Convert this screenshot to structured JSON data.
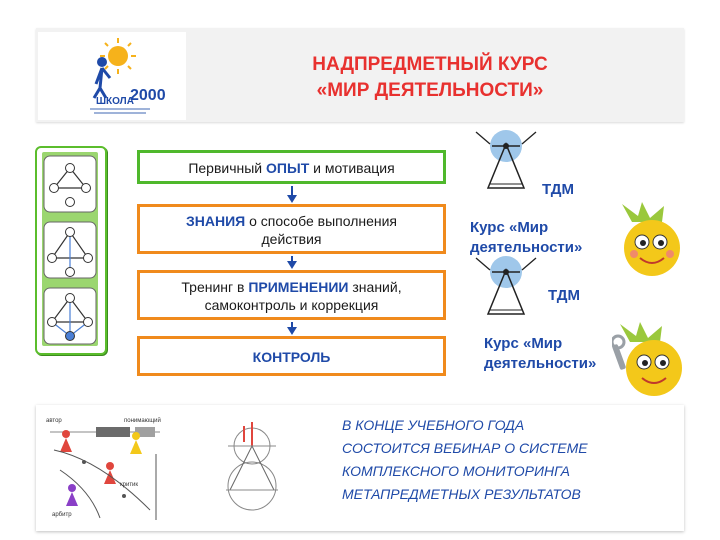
{
  "header": {
    "title_line1": "НАДПРЕДМЕТНЫЙ КУРС",
    "title_line2": "«МИР ДЕЯТЕЛЬНОСТИ»",
    "logo_text": "ШКОЛА 2000..."
  },
  "stages": [
    {
      "pre": "Первичный ",
      "hl": "ОПЫТ",
      "post": " и мотивация",
      "line2": ""
    },
    {
      "pre": "",
      "hl": "ЗНАНИЯ",
      "post": " о способе выполнения",
      "line2": "действия"
    },
    {
      "pre": "Тренинг в ",
      "hl": "ПРИМЕНЕНИИ",
      "post": " знаний,",
      "line2": "самоконтроль и коррекция"
    },
    {
      "pre": "",
      "hl": "КОНТРОЛЬ",
      "post": "",
      "line2": ""
    }
  ],
  "side": {
    "tdm1": "ТДМ",
    "course1_line1": "Курс «Мир",
    "course1_line2": "деятельности»",
    "tdm2": "ТДМ",
    "course2_line1": "Курс «Мир",
    "course2_line2": "деятельности»"
  },
  "bottom": {
    "line1": "В КОНЦЕ  УЧЕБНОГО ГОДА",
    "line2": "СОСТОИТСЯ ВЕБИНАР О СИСТЕМЕ",
    "line3": "КОМПЛЕКСНОГО МОНИТОРИНГА",
    "line4": "МЕТАПРЕДМЕТНЫХ РЕЗУЛЬТАТОВ",
    "role_author": "автор",
    "role_understanding": "понимающий",
    "role_critic": "критик",
    "role_arbiter": "арбитр"
  },
  "colors": {
    "title": "#e8312f",
    "accent_blue": "#1f4aa8",
    "stage_border": "#f08a1c",
    "first_stage_border": "#4fb82c",
    "panel_green": "#9bd66f"
  }
}
